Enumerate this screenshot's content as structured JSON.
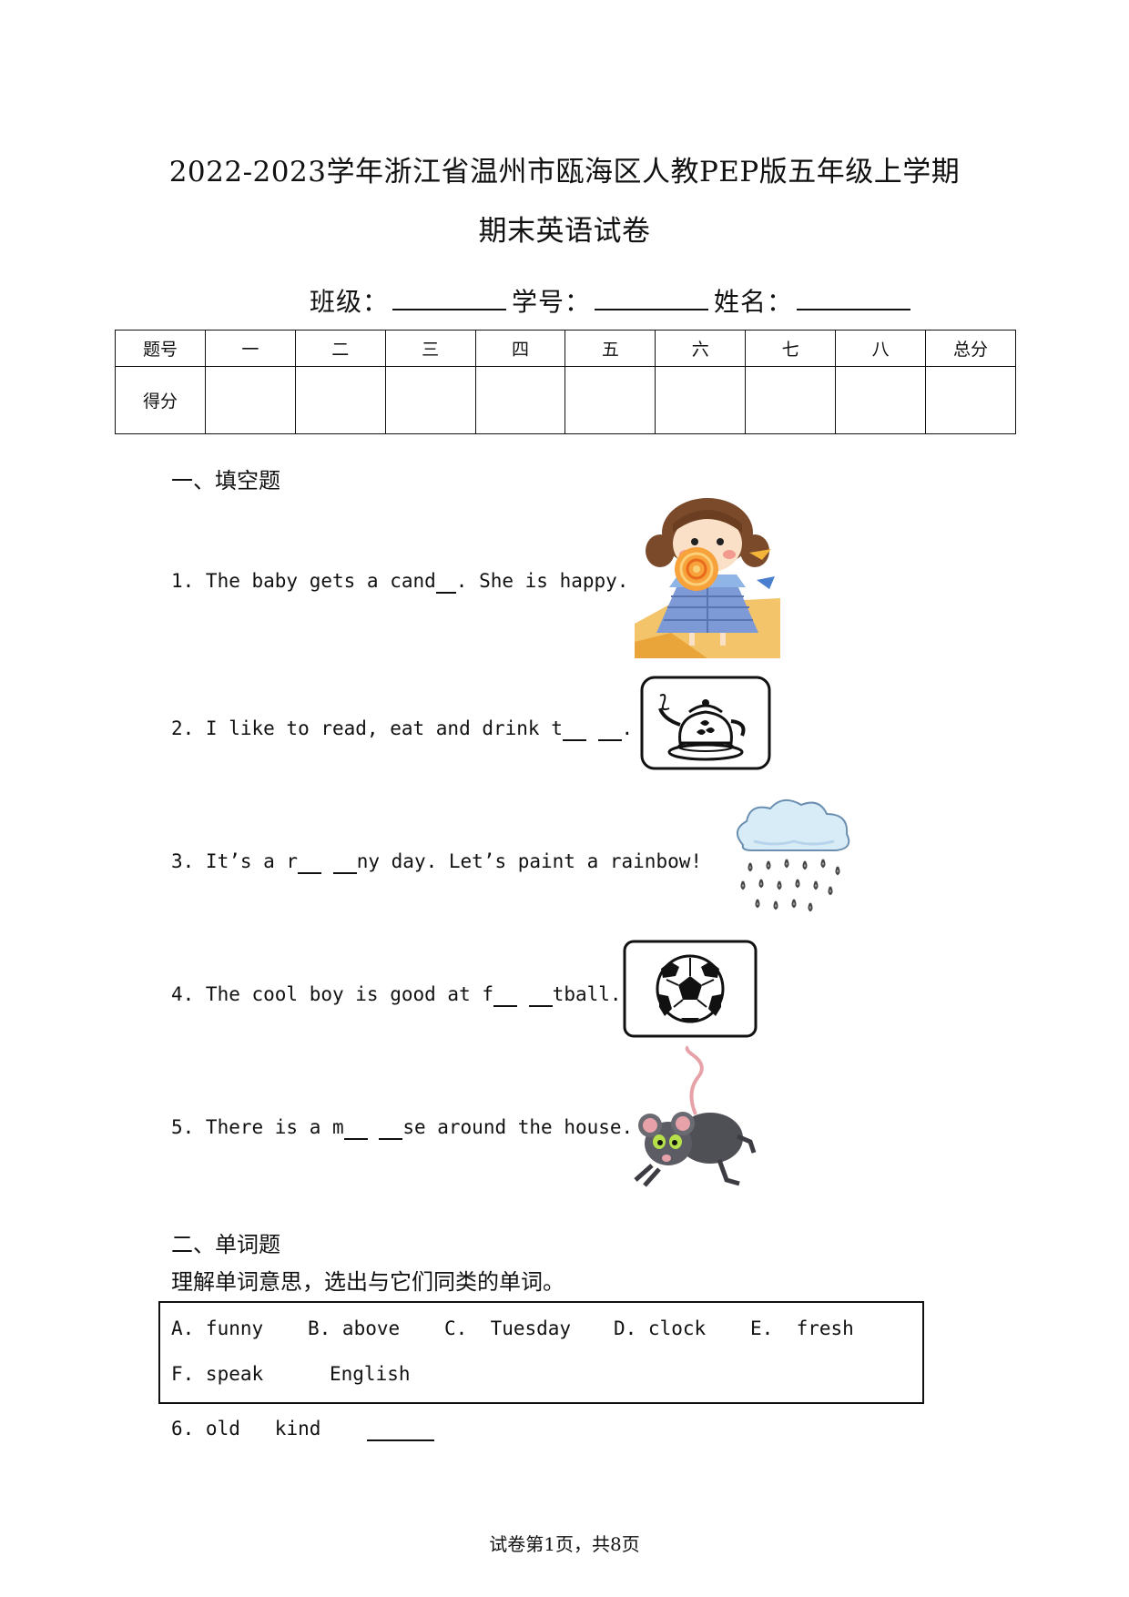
{
  "title": {
    "line1": "2022-2023学年浙江省温州市瓯海区人教PEP版五年级上学期",
    "line2": "期末英语试卷"
  },
  "student_info": {
    "class_label": "班级：",
    "number_label": "学号：",
    "name_label": "姓名："
  },
  "score_table": {
    "header": [
      "题号",
      "一",
      "二",
      "三",
      "四",
      "五",
      "六",
      "七",
      "八",
      "总分"
    ],
    "row_label": "得分"
  },
  "section1": {
    "heading": "一、填空题",
    "questions": [
      {
        "p1": "1. The baby gets a cand",
        "p2": ". She is happy.",
        "image_icon": "girl-with-lollipop"
      },
      {
        "p1": "2. I like to read, eat and drink t",
        "p2": ".",
        "image_icon": "teapot"
      },
      {
        "p1": "3. It’s a r",
        "p2": "ny day. Let’s paint a rainbow!",
        "image_icon": "rain-cloud"
      },
      {
        "p1": "4. The cool boy is good at f",
        "p2": "tball.",
        "image_icon": "soccer-ball"
      },
      {
        "p1": "5. There is a m",
        "p2": "se around the house.",
        "image_icon": "mouse"
      }
    ]
  },
  "section2": {
    "heading": "二、单词题",
    "instruction": "理解单词意思，选出与它们同类的单词。",
    "options_row1": [
      "A. funny",
      "B. above",
      "C.  Tuesday",
      "D. clock",
      "E.  fresh"
    ],
    "options_row2": [
      "F. speak",
      "English"
    ],
    "q6": {
      "number": "6. old",
      "word": "kind"
    }
  },
  "footer": "试卷第1页，共8页"
}
